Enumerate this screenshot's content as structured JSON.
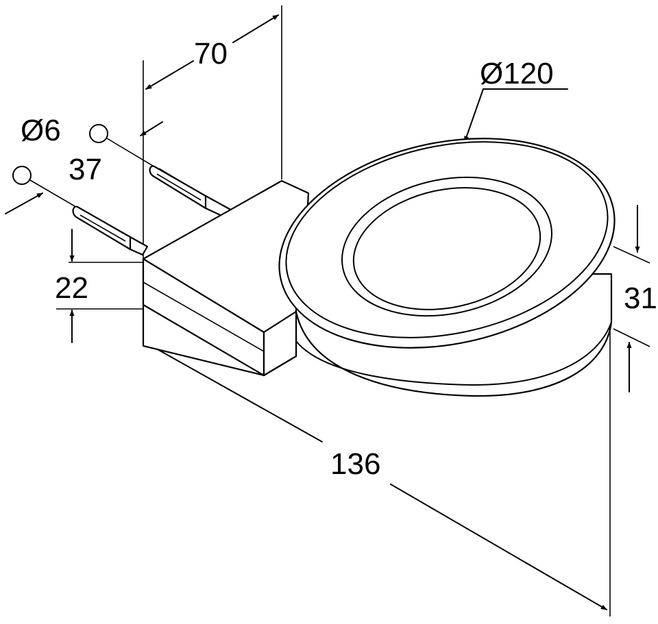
{
  "diagram": {
    "dimensions": {
      "width_70": "70",
      "diameter_120": "Ø120",
      "diameter_6": "Ø6",
      "depth_37": "37",
      "height_22": "22",
      "height_31": "31",
      "length_136": "136"
    },
    "colors": {
      "line": "#000000",
      "background": "#ffffff"
    }
  }
}
